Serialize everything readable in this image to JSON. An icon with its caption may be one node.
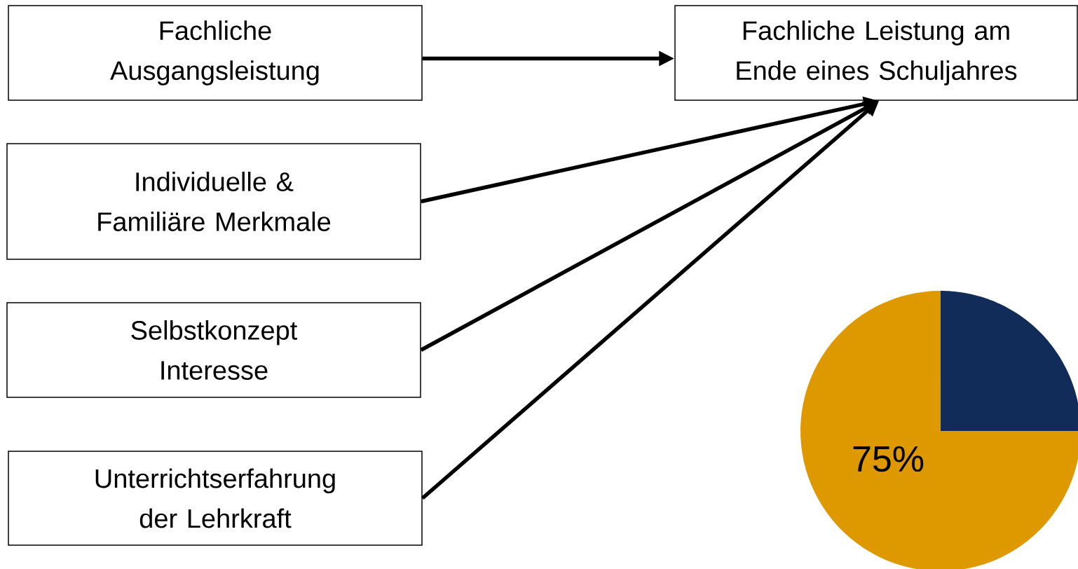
{
  "diagram": {
    "nodes": [
      {
        "text": [
          "Fachliche Ausgangsleistung"
        ]
      },
      {
        "text": [
          "Fachliche Leistung am Ende eines Schuljahres"
        ]
      },
      {
        "text": [
          "Individuelle & Familiäre Merkmale"
        ]
      },
      {
        "text": [
          "Selbstkonzept Interesse"
        ]
      },
      {
        "text": [
          "Unterrichtserfahrung der Lehrkraft"
        ]
      }
    ],
    "edges": [
      {
        "from": 0,
        "to": 1,
        "arrow": "to"
      },
      {
        "from": 2,
        "to": 1,
        "arrow": "to"
      },
      {
        "from": 3,
        "to": 1,
        "arrow": "to"
      },
      {
        "from": 4,
        "to": 1,
        "arrow": "to"
      }
    ],
    "chart_data": {
      "type": "pie",
      "categories": [
        null,
        null
      ],
      "colors": [
        "#df9900",
        "#112c59"
      ],
      "series": [
        {
          "values": [
            75,
            25
          ]
        }
      ],
      "value_labels": [
        "75%",
        null
      ]
    }
  }
}
